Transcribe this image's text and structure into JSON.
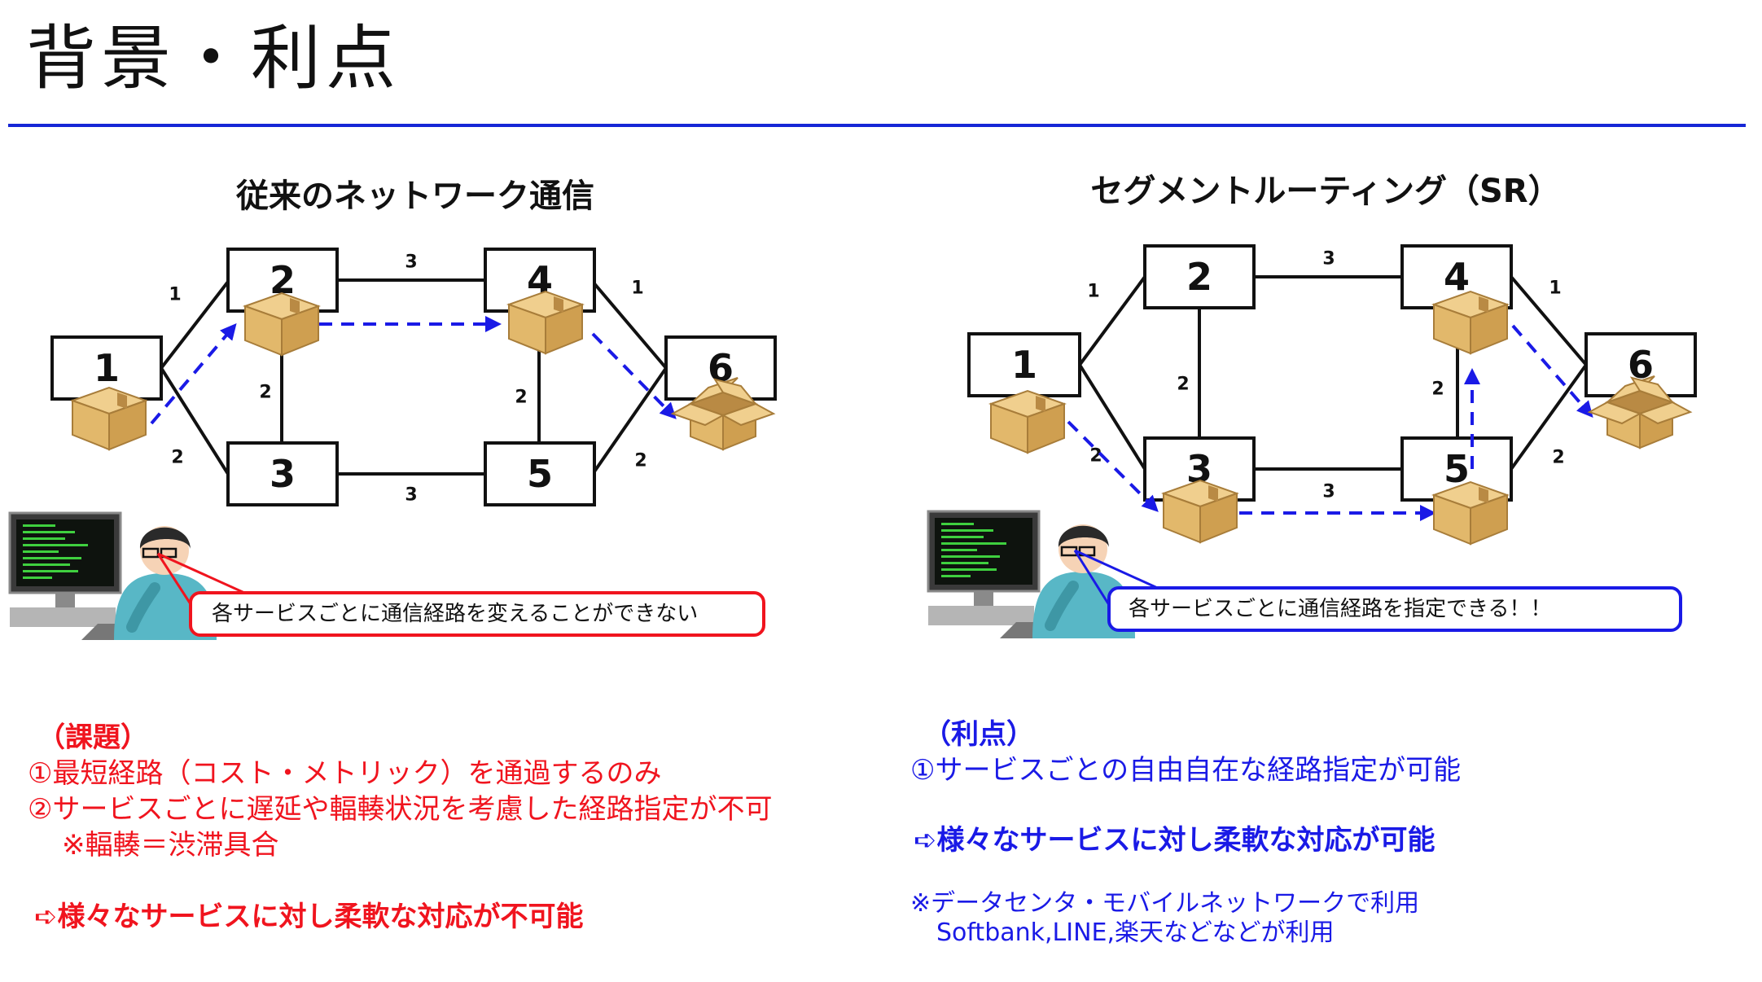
{
  "page": {
    "title": "背景・利点"
  },
  "diagrams": [
    {
      "title": "従来のネットワーク通信",
      "nodes": [
        "1",
        "2",
        "3",
        "4",
        "5",
        "6"
      ],
      "edge_weights": {
        "1-2": "1",
        "1-3": "2",
        "2-4": "3",
        "2-3": "2",
        "3-5": "3",
        "4-5": "2",
        "4-6": "1",
        "5-6": "2"
      },
      "callout": "各サービスごとに通信経路を変えることができない",
      "callout_color": "#f0141e"
    },
    {
      "title": "セグメントルーティング（SR）",
      "nodes": [
        "1",
        "2",
        "3",
        "4",
        "5",
        "6"
      ],
      "edge_weights": {
        "1-2": "1",
        "1-3": "2",
        "2-4": "3",
        "2-3": "2",
        "3-5": "3",
        "4-5": "2",
        "4-6": "1",
        "5-6": "2"
      },
      "callout": "各サービスごとに通信経路を指定できる！！",
      "callout_color": "#1a1ae6"
    }
  ],
  "issues": {
    "heading": "（課題）",
    "line1": "①最短経路（コスト・メトリック）を通過するのみ",
    "line2": "②サービスごとに遅延や輻輳状況を考慮した経路指定が不可",
    "line3": "※輻輳＝渋滞具合",
    "conclusion": "➪様々なサービスに対し柔軟な対応が不可能"
  },
  "benefits": {
    "heading": "（利点）",
    "line1": "①サービスごとの自由自在な経路指定が可能",
    "conclusion": "➪様々なサービスに対し柔軟な対応が可能",
    "note1": "※データセンタ・モバイルネットワークで利用",
    "note2": "Softbank,LINE,楽天などなどが利用"
  },
  "colors": {
    "accent_blue": "#1a1ae6",
    "accent_red": "#f0141e",
    "rule": "#1626d6",
    "box": "#e2b86b"
  }
}
